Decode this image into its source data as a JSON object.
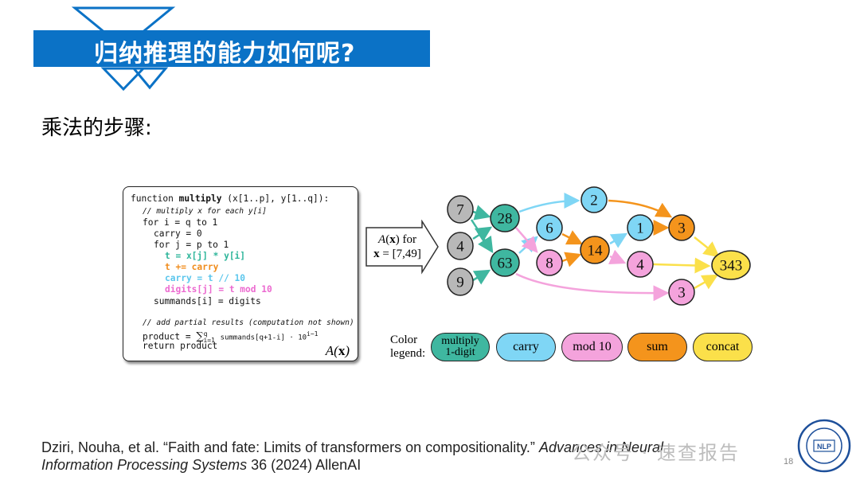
{
  "header": {
    "title": "归纳推理的能力如何呢?"
  },
  "subtitle": "乘法的步骤:",
  "code": {
    "lines": [
      "function multiply (x[1..p], y[1..q]):",
      "// multiply x for each y[i]",
      "for i = q to 1",
      "carry = 0",
      "for j = p to 1",
      "t = x[j] * y[i]",
      "t += carry",
      "carry = t // 10",
      "digits[j] = t mod 10",
      "summands[i] = digits",
      "// add partial results (computation not shown)",
      "product = ",
      "return product"
    ],
    "product_formula": "∑",
    "product_sup": "q",
    "product_sub": "i=1",
    "product_tail": "summands[q+1-i] · 10",
    "product_exp": "i−1",
    "signature": "A(x)"
  },
  "arrow": {
    "line1": "A(x) for",
    "line2": "x = [7,49]"
  },
  "graph": {
    "nodes": [
      {
        "id": "n7",
        "label": "7",
        "type": "input"
      },
      {
        "id": "n4",
        "label": "4",
        "type": "input"
      },
      {
        "id": "n9",
        "label": "9",
        "type": "input"
      },
      {
        "id": "n28",
        "label": "28",
        "type": "multiply"
      },
      {
        "id": "n63",
        "label": "63",
        "type": "multiply"
      },
      {
        "id": "n2",
        "label": "2",
        "type": "carry"
      },
      {
        "id": "n6",
        "label": "6",
        "type": "carry"
      },
      {
        "id": "n1",
        "label": "1",
        "type": "carry"
      },
      {
        "id": "n8",
        "label": "8",
        "type": "mod"
      },
      {
        "id": "n4b",
        "label": "4",
        "type": "mod"
      },
      {
        "id": "n14",
        "label": "14",
        "type": "sum"
      },
      {
        "id": "n3a",
        "label": "3",
        "type": "sum"
      },
      {
        "id": "n3b",
        "label": "3",
        "type": "mod"
      },
      {
        "id": "n343",
        "label": "343",
        "type": "concat"
      }
    ]
  },
  "legend": {
    "title_line1": "Color",
    "title_line2": "legend:",
    "items": [
      {
        "label_line1": "multiply",
        "label_line2": "1-digit",
        "color": "#3fb7a0"
      },
      {
        "label_line1": "carry",
        "label_line2": "",
        "color": "#7fd6f5"
      },
      {
        "label_line1": "mod 10",
        "label_line2": "",
        "color": "#f4a3dc"
      },
      {
        "label_line1": "sum",
        "label_line2": "",
        "color": "#f4941c"
      },
      {
        "label_line1": "concat",
        "label_line2": "",
        "color": "#fbe04a"
      }
    ]
  },
  "colors": {
    "title_bg": "#0b72c6",
    "input": "#b8b8b8",
    "multiply": "#3fb7a0",
    "carry": "#7fd6f5",
    "mod": "#f4a3dc",
    "sum": "#f4941c",
    "concat": "#fbe04a",
    "code_multiply": "#2db59a",
    "code_carry_add": "#f08c1c",
    "code_carry": "#5bc6ec",
    "code_digits": "#ec6ad0"
  },
  "citation": {
    "authors": "Dziri, Nouha, et al. “Faith and fate: Limits of transformers on compositionality.”",
    "venue": "Advances in Neural Information Processing Systems",
    "tail": " 36 (2024) AllenAI"
  },
  "watermark": "公众号 · 速查报告",
  "page_number": "18",
  "logo_text": "NLP"
}
